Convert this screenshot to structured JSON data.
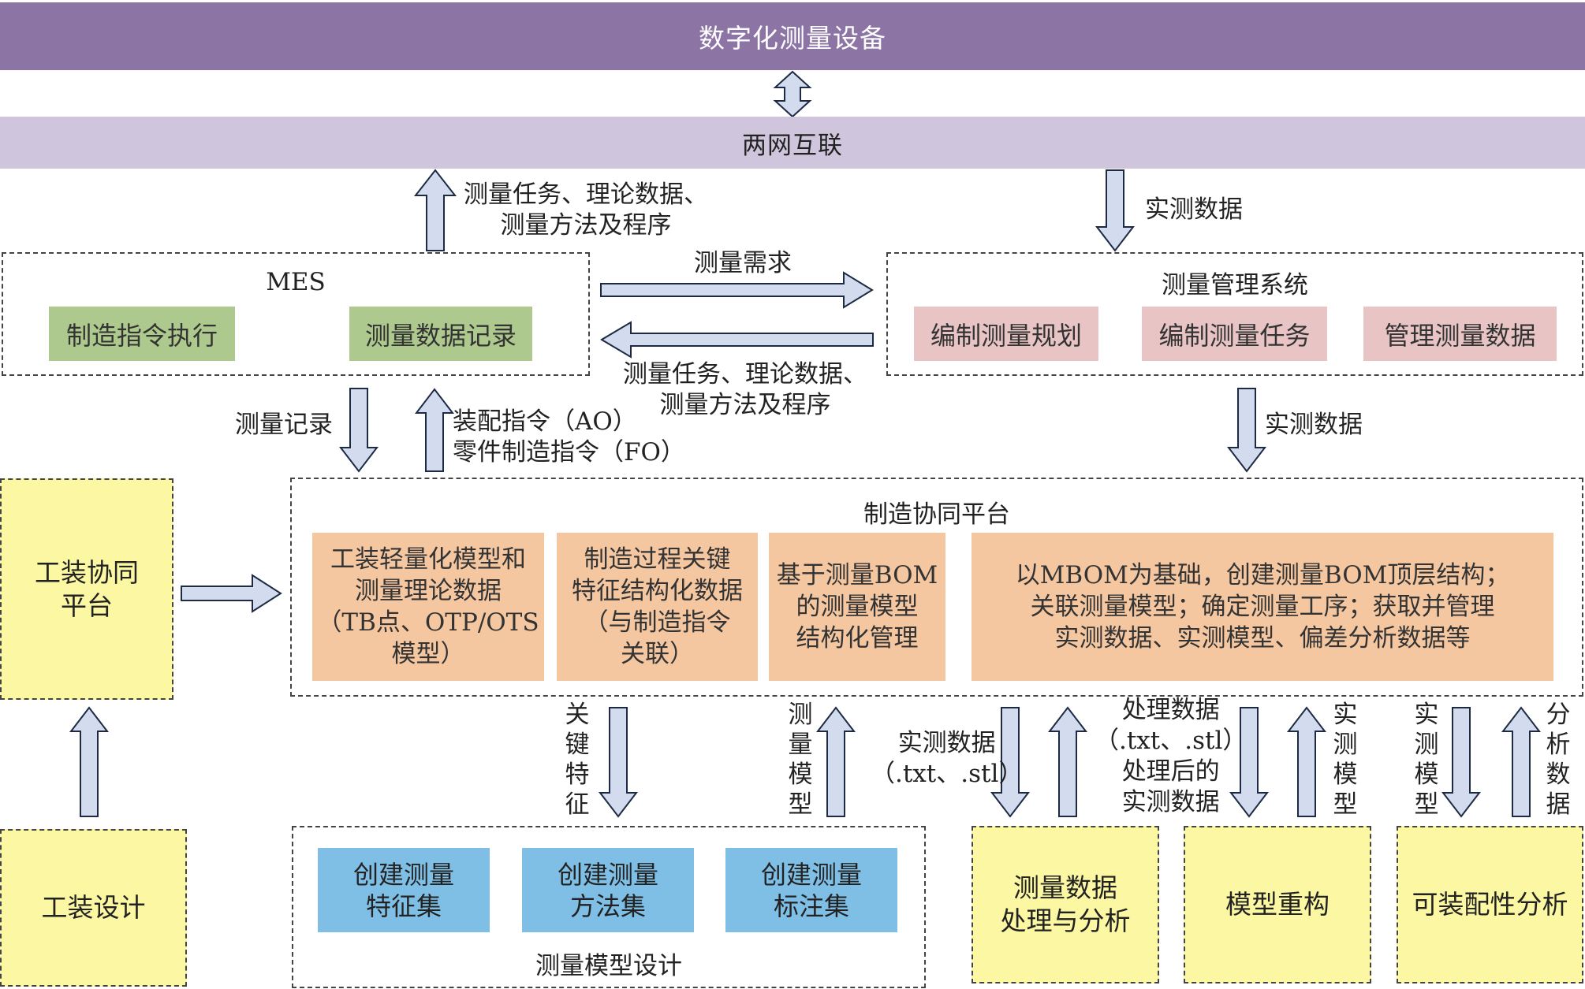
{
  "top_band": "数字化测量设备",
  "network_band": "两网互联",
  "mes": {
    "title": "MES",
    "items": [
      "制造指令执行",
      "测量数据记录"
    ]
  },
  "mms": {
    "title": "测量管理系统",
    "items": [
      "编制测量规划",
      "编制测量任务",
      "管理测量数据"
    ]
  },
  "platform": {
    "title": "制造协同平台",
    "items": [
      "工装轻量化模型和\n测量理论数据\n（TB点、OTP/OTS\n模型）",
      "制造过程关键\n特征结构化数据\n（与制造指令\n关联）",
      "基于测量BOM\n的测量模型\n结构化管理",
      "以MBOM为基础，创建测量BOM顶层结构；\n关联测量模型；确定测量工序；获取并管理\n实测数据、实测模型、偏差分析数据等"
    ]
  },
  "tooling_platform": "工装协同\n平台",
  "tooling_design": "工装设计",
  "model_design": {
    "title": "测量模型设计",
    "items": [
      "创建测量\n特征集",
      "创建测量\n方法集",
      "创建测量\n标注集"
    ]
  },
  "bottom_right": [
    "测量数据\n处理与分析",
    "模型重构",
    "可装配性分析"
  ],
  "labels": {
    "mes_to_net": "测量任务、理论数据、\n测量方法及程序",
    "net_to_mms": "实测数据",
    "mes_to_mms": "测量需求",
    "mms_to_mes": "测量任务、理论数据、\n测量方法及程序",
    "mms_to_platform": "实测数据",
    "mes_to_platform": "测量记录",
    "platform_to_mes": "装配指令（AO）\n零件制造指令（FO）",
    "key_feature": "关键特征",
    "measure_model": "测量模型",
    "measured_data_txt": "实测数据\n（.txt、.stl）",
    "processed_data": "处理数据\n（.txt、.stl）\n处理后的\n实测数据",
    "measured_model_a": "实测模型",
    "measured_model_b": "实测模型",
    "analysis_data": "分析数据"
  }
}
